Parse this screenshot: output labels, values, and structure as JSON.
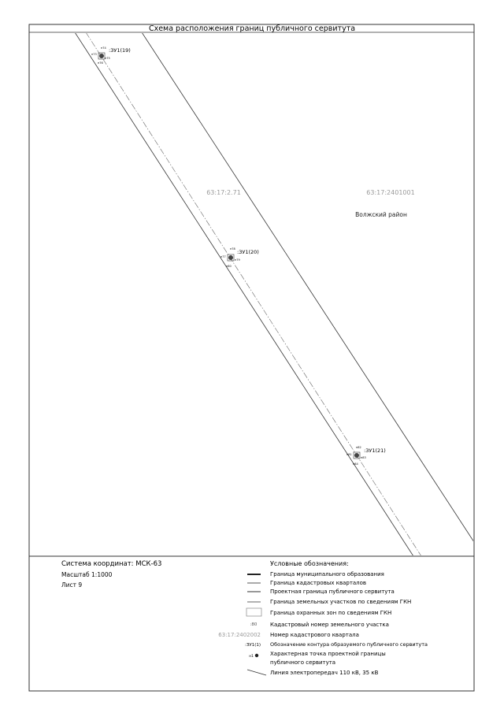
{
  "title": "Схема расположения границ публичного сервитута",
  "map": {
    "quarter_label_left": "63:17:2.71",
    "quarter_label_right": "63:17:2401001",
    "district_label": "Волжский район",
    "parcels": [
      {
        "label": ":ЗУ1(19)",
        "points": [
          "н74",
          "н75",
          "н76",
          "н73"
        ]
      },
      {
        "label": ":ЗУ1(20)",
        "points": [
          "н78",
          "н77",
          "н79",
          "н80"
        ]
      },
      {
        "label": ":ЗУ1(21)",
        "points": [
          "н82",
          "н81",
          "н83",
          "н84"
        ]
      }
    ]
  },
  "info": {
    "coord_system": "Система координат: МСК-63",
    "scale": "Масштаб 1:1000",
    "sheet": "Лист 9"
  },
  "legend": {
    "heading": "Условные обозначения:",
    "items": [
      {
        "symbol": "",
        "text": "Граница муниципального образования"
      },
      {
        "symbol": "",
        "text": "Граница кадастровых кварталов"
      },
      {
        "symbol": "",
        "text": "Проектная граница публичного сервитута"
      },
      {
        "symbol": "",
        "text": "Граница земельных участков по сведениям ГКН"
      },
      {
        "symbol": "",
        "text": "Граница охранных зон по сведениям ГКН"
      },
      {
        "symbol": ":80",
        "text": "Кадастровый номер земельного участка"
      },
      {
        "symbol": "63:17:2402002",
        "text": "Номер кадастрового квартала"
      },
      {
        "symbol": ":ЗУ1(1)",
        "text": "Обозначение контура образуемого публичного сервитута"
      },
      {
        "symbol": "н1",
        "text": "Характерная точка проектной границы"
      },
      {
        "symbol": "",
        "text": "публичного сервитута"
      },
      {
        "symbol": "",
        "text": "Линия электропередач 110 кВ, 35 кВ"
      }
    ]
  },
  "colors": {
    "line": "#333333",
    "quarter_label": "#9a9a9a",
    "dashdot": "#555555"
  }
}
